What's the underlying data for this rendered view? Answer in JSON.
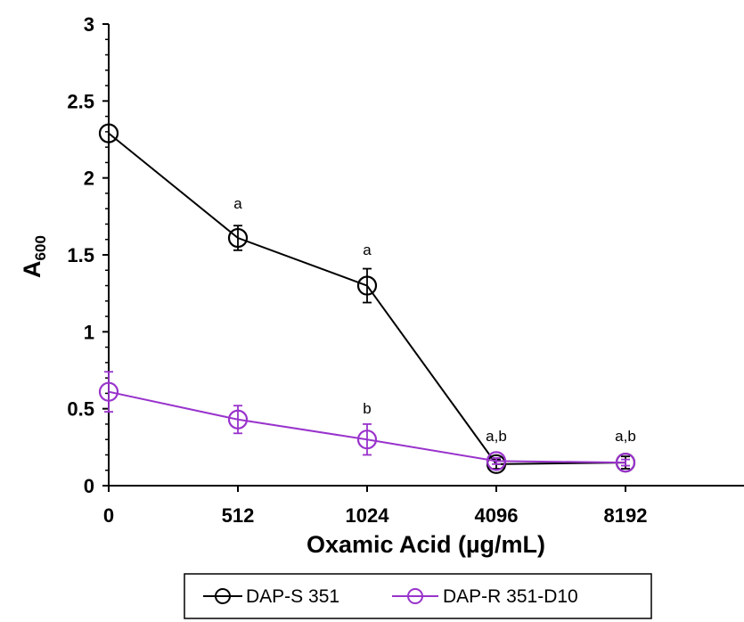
{
  "chart_data": {
    "type": "line",
    "xlabel": "Oxamic Acid (µg/mL)",
    "ylabel_main": "A",
    "ylabel_sub": "600",
    "ylim": [
      0,
      3
    ],
    "y_ticks": [
      "0",
      "0.5",
      "1",
      "1.5",
      "2",
      "2.5",
      "3"
    ],
    "y_tick_values": [
      0,
      0.5,
      1,
      1.5,
      2,
      2.5,
      3
    ],
    "categories": [
      "0",
      "512",
      "1024",
      "4096",
      "8192"
    ],
    "grid": false,
    "legend_placement": "bottom",
    "series": [
      {
        "name": "DAP-S 351",
        "color": "#000000",
        "values": [
          2.29,
          1.61,
          1.3,
          0.14,
          0.15
        ],
        "errors": [
          0.0,
          0.08,
          0.11,
          0.03,
          0.04
        ]
      },
      {
        "name": "DAP-R 351-D10",
        "color": "#9933CC",
        "values": [
          0.61,
          0.43,
          0.3,
          0.16,
          0.15
        ],
        "errors": [
          0.13,
          0.09,
          0.1,
          0.02,
          0.02
        ]
      }
    ],
    "annotations": [
      {
        "category_index": 1,
        "text": "a",
        "y": 1.8
      },
      {
        "category_index": 2,
        "text": "a",
        "y": 1.5
      },
      {
        "category_index": 2,
        "text": "b",
        "y": 0.47
      },
      {
        "category_index": 3,
        "text": "a,b",
        "y": 0.29
      },
      {
        "category_index": 4,
        "text": "a,b",
        "y": 0.29
      }
    ]
  }
}
